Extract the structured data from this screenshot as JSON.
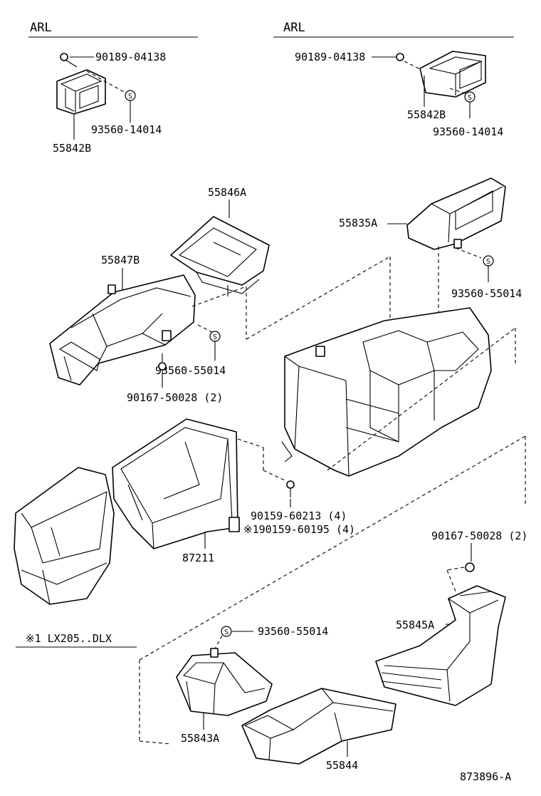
{
  "sections": {
    "left_arl": "ARL",
    "right_arl": "ARL",
    "note": "※1 LX205..DLX"
  },
  "parts": {
    "p_90189_left": "90189-04138",
    "p_93560_14014_left": "93560-14014",
    "p_55842B_left": "55842B",
    "p_90189_right": "90189-04138",
    "p_55842B_right": "55842B",
    "p_93560_14014_right": "93560-14014",
    "p_55846A": "55846A",
    "p_55847B": "55847B",
    "p_55835A": "55835A",
    "p_93560_55014_a": "93560-55014",
    "p_93560_55014_b": "93560-55014",
    "p_90167_50028_left": "90167-50028 (2)",
    "p_90159_60213": "90159-60213 (4)",
    "p_190159_60195": "※190159-60195 (4)",
    "p_87211": "87211",
    "p_90167_50028_right": "90167-50028 (2)",
    "p_93560_55014_c": "93560-55014",
    "p_55845A": "55845A",
    "p_55843A": "55843A",
    "p_55844": "55844"
  },
  "symbols": {
    "seal_mark": "S"
  },
  "footer": {
    "code": "873896-A"
  }
}
